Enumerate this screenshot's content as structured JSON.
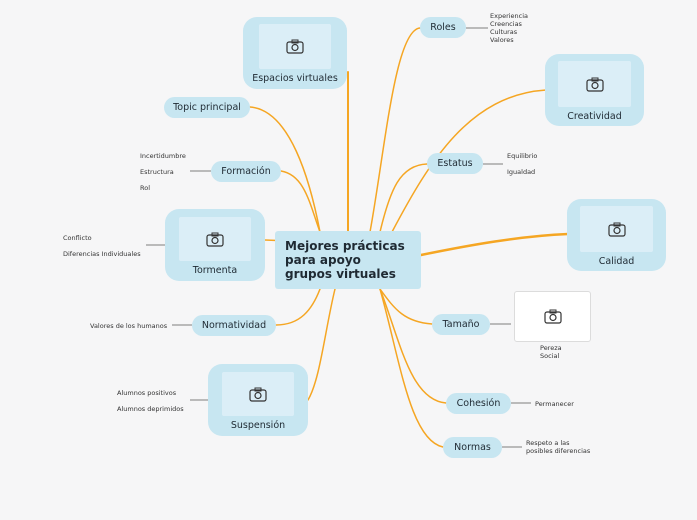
{
  "colors": {
    "branch": "#f5a623",
    "node_fill": "#c7e6f1",
    "leaf_line": "#555555"
  },
  "central": {
    "title": "Mejores prácticas para apoyo grupos virtuales"
  },
  "branches": {
    "espacios": {
      "label": "Espacios virtuales",
      "icon": "camera-icon"
    },
    "topic": {
      "label": "Topic principal"
    },
    "formacion": {
      "label": "Formación",
      "leaves": [
        "Incertidumbre",
        "Estructura",
        "Rol"
      ]
    },
    "tormenta": {
      "label": "Tormenta",
      "icon": "camera-icon",
      "leaves": [
        "Conflicto",
        "Diferencias Individuales"
      ]
    },
    "normatividad": {
      "label": "Normatividad",
      "leaves": [
        "Valores de los humanos"
      ]
    },
    "suspension": {
      "label": "Suspensión",
      "icon": "camera-icon",
      "leaves": [
        "Alumnos positivos",
        "Alumnos deprimidos"
      ]
    },
    "roles": {
      "label": "Roles",
      "leaves": [
        "Experiencia",
        "Creencias",
        "Culturas",
        "Valores"
      ]
    },
    "creatividad": {
      "label": "Creatividad",
      "icon": "camera-icon"
    },
    "estatus": {
      "label": "Estatus",
      "leaves": [
        "Equilibrio",
        "Igualdad"
      ]
    },
    "calidad": {
      "label": "Calidad",
      "icon": "camera-icon"
    },
    "tamano": {
      "label": "Tamaño",
      "leaves": [
        "Pereza",
        "Social"
      ],
      "icon": "camera-icon"
    },
    "cohesion": {
      "label": "Cohesión",
      "leaves": [
        "Permanecer"
      ]
    },
    "normas": {
      "label": "Normas",
      "leaves": [
        "Respeto a las",
        "posibles diferencias"
      ]
    }
  }
}
